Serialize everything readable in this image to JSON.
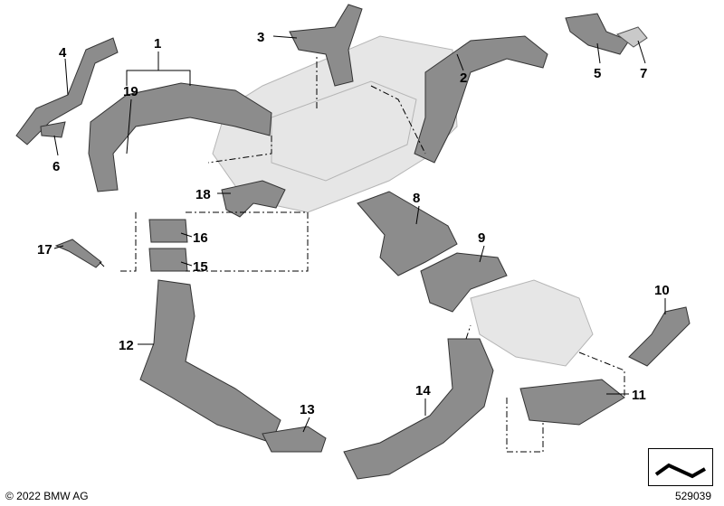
{
  "diagram": {
    "callouts": [
      "1",
      "2",
      "3",
      "4",
      "5",
      "6",
      "7",
      "8",
      "9",
      "10",
      "11",
      "12",
      "13",
      "14",
      "15",
      "16",
      "17",
      "18",
      "19"
    ]
  },
  "footer": {
    "copyright": "© 2022 BMW AG",
    "reference_number": "529039"
  }
}
